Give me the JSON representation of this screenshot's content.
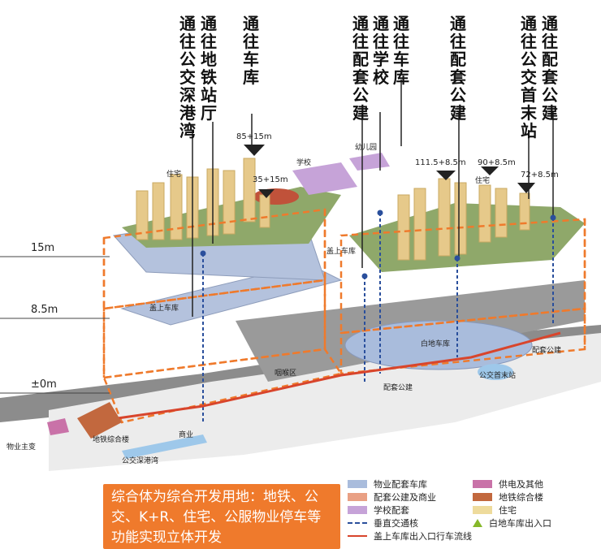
{
  "vertical_labels": [
    {
      "id": "bus-bay",
      "text": "通往公交深港湾"
    },
    {
      "id": "metro-hall",
      "text": "通往地铁站厅"
    },
    {
      "id": "garage-1",
      "text": "通往车库"
    },
    {
      "id": "public-facility-1",
      "text": "通往配套公建"
    },
    {
      "id": "school",
      "text": "通往学校"
    },
    {
      "id": "garage-2",
      "text": "通往车库"
    },
    {
      "id": "public-facility-2",
      "text": "通往配套公建"
    },
    {
      "id": "bus-terminal",
      "text": "通往公交首末站"
    },
    {
      "id": "public-facility-3",
      "text": "通往配套公建"
    }
  ],
  "level_labels": [
    "15m",
    "8.5m",
    "±0m"
  ],
  "elevation_tags": [
    "85+15m",
    "35+15m",
    "111.5+8.5m",
    "90+8.5m",
    "72+8.5m"
  ],
  "zone_labels": {
    "residential_1": "住宅",
    "residential_2": "住宅",
    "school": "学校",
    "kindergarten": "幼儿园",
    "podium_garage_1": "盖上车库",
    "podium_garage_2": "盖上车库",
    "ground_garage": "白地车库",
    "buffer_zone": "咽喉区",
    "public_facility_ground": "配套公建",
    "public_facility_east": "配套公建",
    "bus_terminal": "公交首末站",
    "commercial": "商业",
    "metro_building": "地铁综合楼",
    "property_office": "物业主变",
    "bus_bay": "公交深港湾"
  },
  "callout_text": "综合体为综合开发用地：地铁、公交、K+R、住宅、公服物业停车等功能实现立体开发",
  "legend": [
    {
      "label": "物业配套车库",
      "color": "#a9bcdc",
      "kind": "swatch"
    },
    {
      "label": "配套公建及商业",
      "color": "#e9a084",
      "kind": "swatch"
    },
    {
      "label": "学校配套",
      "color": "#c6a3d8",
      "kind": "swatch"
    },
    {
      "label": "垂直交通核",
      "color": "#2a4f9c",
      "kind": "line-dot"
    },
    {
      "label": "盖上车库出入口行车流线",
      "color": "#d8452c",
      "kind": "arrow"
    },
    {
      "label": "供电及其他",
      "color": "#c972a8",
      "kind": "swatch"
    },
    {
      "label": "地铁综合楼",
      "color": "#c2683e",
      "kind": "swatch"
    },
    {
      "label": "住宅",
      "color": "#eedb9c",
      "kind": "swatch"
    },
    {
      "label": "白地车库出入口",
      "color": "#86b82a",
      "kind": "triangle"
    }
  ]
}
